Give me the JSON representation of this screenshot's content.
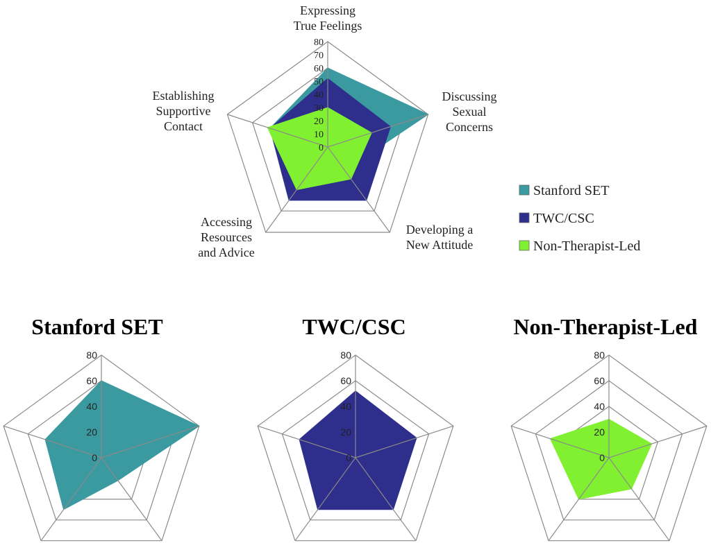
{
  "chart_data": [
    {
      "type": "radar",
      "axes": [
        [
          "Expressing",
          "True Feelings"
        ],
        [
          "Discussing",
          "Sexual",
          "Concerns"
        ],
        [
          "Developing a",
          "New Attitude"
        ],
        [
          "Accessing",
          "Resources",
          "and Advice"
        ],
        [
          "Establishing",
          "Supportive",
          "Contact"
        ]
      ],
      "rlim": [
        0,
        80
      ],
      "ticks": [
        "0",
        "10",
        "20",
        "30",
        "40",
        "50",
        "60",
        "70",
        "80"
      ],
      "legend_position": "right",
      "series": [
        {
          "name": "Stanford SET",
          "color": "#3a9aa0",
          "values": [
            60,
            80,
            22,
            50,
            46
          ]
        },
        {
          "name": "TWC/CSC",
          "color": "#2e2e8c",
          "values": [
            52,
            50,
            50,
            50,
            46
          ]
        },
        {
          "name": "Non-Therapist-Led",
          "color": "#80f030",
          "values": [
            30,
            35,
            30,
            40,
            48
          ]
        }
      ]
    },
    {
      "type": "radar",
      "title": "Stanford SET",
      "rlim": [
        0,
        80
      ],
      "ticks": [
        "0",
        "20",
        "40",
        "60",
        "80"
      ],
      "series": [
        {
          "name": "Stanford SET",
          "color": "#3a9aa0",
          "values": [
            60,
            80,
            22,
            50,
            46
          ]
        }
      ]
    },
    {
      "type": "radar",
      "title": "TWC/CSC",
      "rlim": [
        0,
        80
      ],
      "ticks": [
        "0",
        "20",
        "40",
        "60",
        "80"
      ],
      "series": [
        {
          "name": "TWC/CSC",
          "color": "#2e2e8c",
          "values": [
            52,
            50,
            50,
            50,
            46
          ]
        }
      ]
    },
    {
      "type": "radar",
      "title": "Non-Therapist-Led",
      "rlim": [
        0,
        80
      ],
      "ticks": [
        "0",
        "20",
        "40",
        "60",
        "80"
      ],
      "series": [
        {
          "name": "Non-Therapist-Led",
          "color": "#80f030",
          "values": [
            30,
            35,
            30,
            40,
            48
          ]
        }
      ]
    }
  ]
}
